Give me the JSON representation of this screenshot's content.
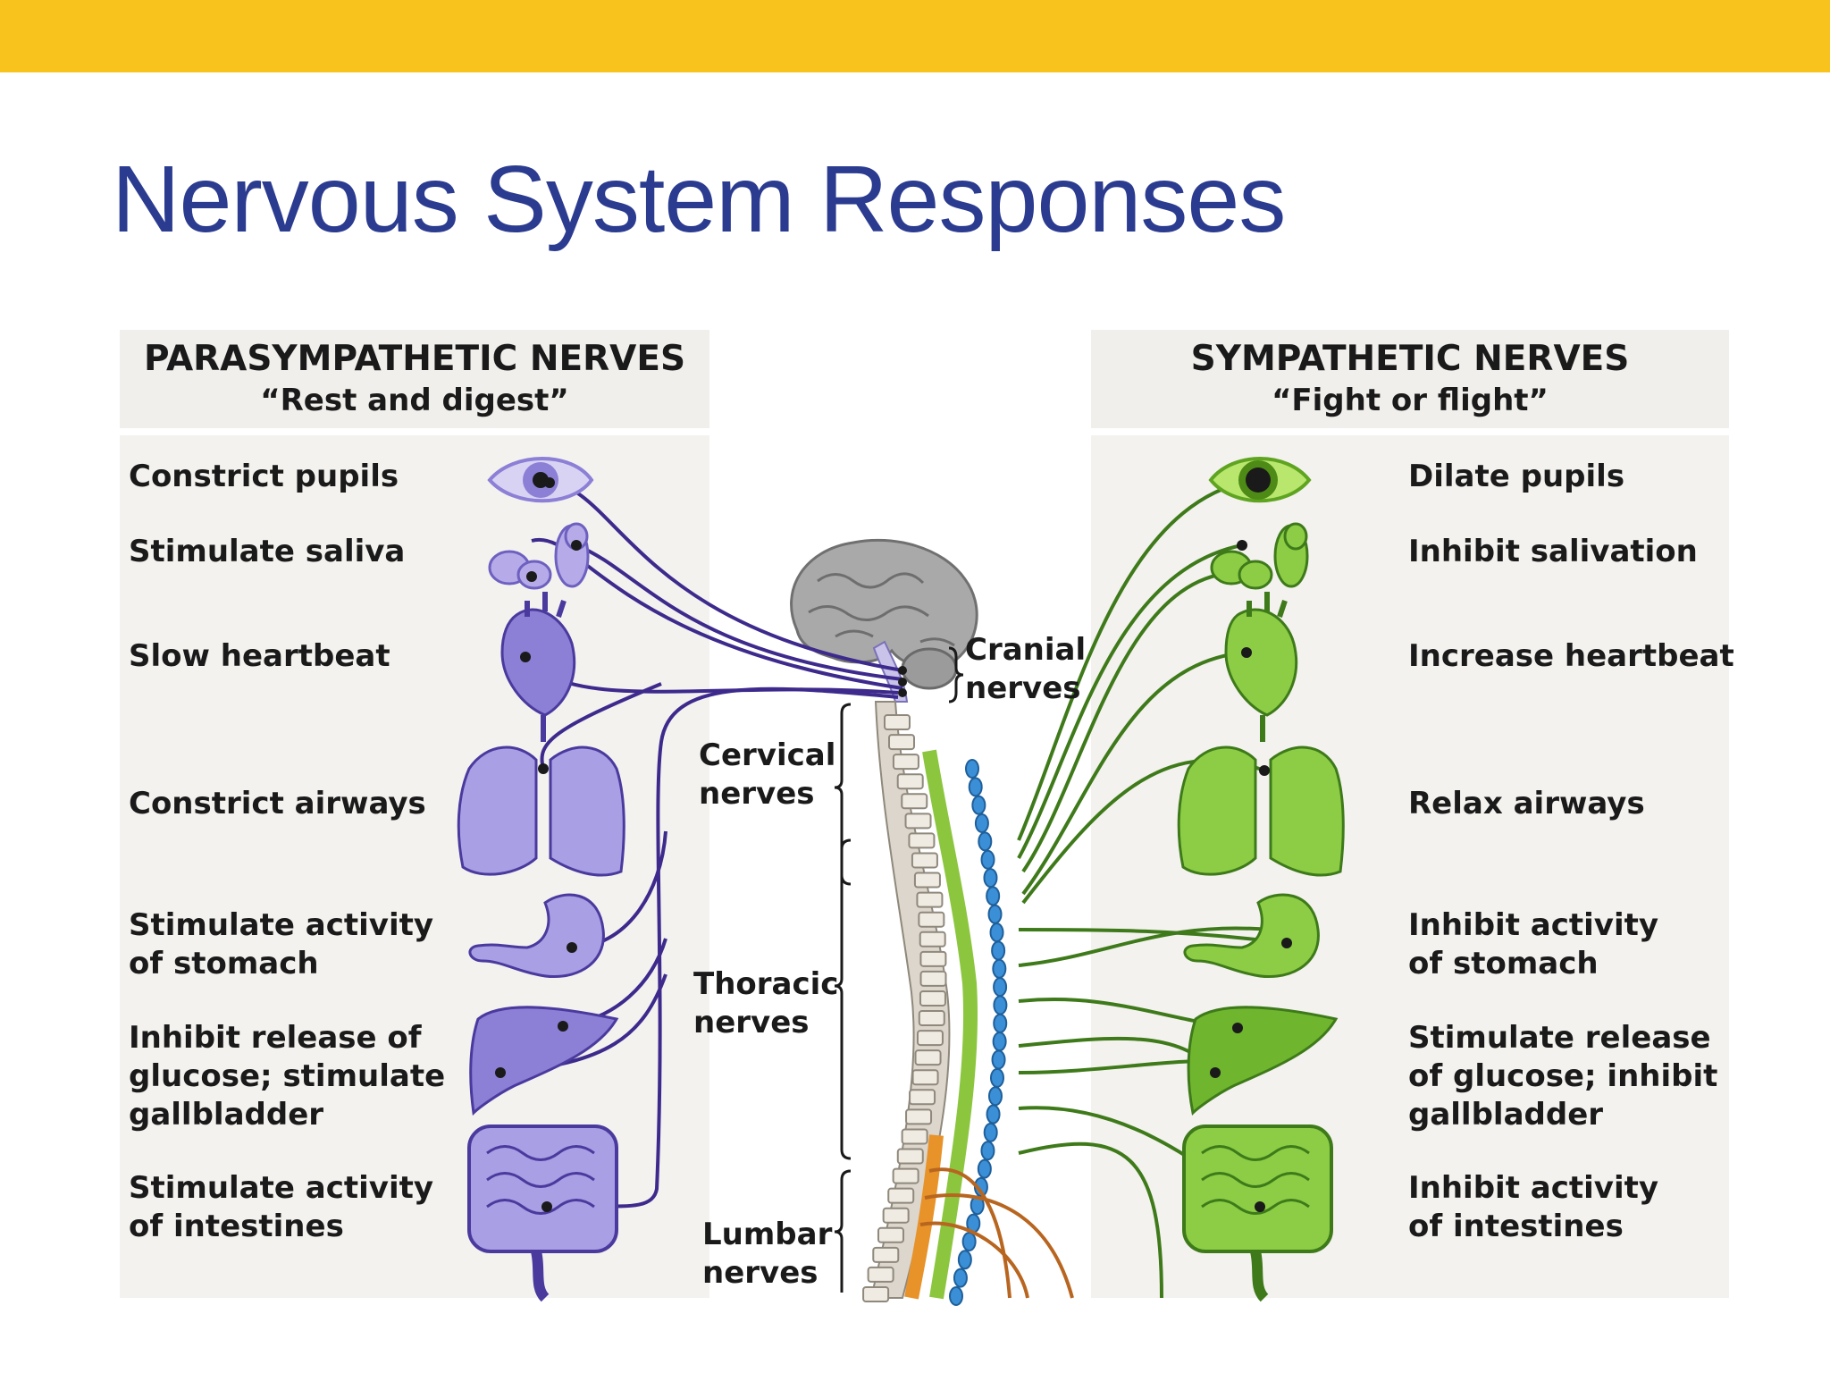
{
  "title": "Nervous System Responses",
  "parasympathetic": {
    "heading": "PARASYMPATHETIC NERVES",
    "subheading": "“Rest and digest”",
    "responses": [
      {
        "lines": [
          "Constrict pupils"
        ]
      },
      {
        "lines": [
          "Stimulate saliva"
        ]
      },
      {
        "lines": [
          "Slow heartbeat"
        ]
      },
      {
        "lines": [
          "Constrict airways"
        ]
      },
      {
        "lines": [
          "Stimulate activity",
          "of stomach"
        ]
      },
      {
        "lines": [
          "Inhibit release of",
          "glucose; stimulate",
          "gallbladder"
        ]
      },
      {
        "lines": [
          "Stimulate activity",
          "of intestines"
        ]
      }
    ]
  },
  "sympathetic": {
    "heading": "SYMPATHETIC NERVES",
    "subheading": "“Fight or flight”",
    "responses": [
      {
        "lines": [
          "Dilate pupils"
        ]
      },
      {
        "lines": [
          "Inhibit salivation"
        ]
      },
      {
        "lines": [
          "Increase heartbeat"
        ]
      },
      {
        "lines": [
          "Relax airways"
        ]
      },
      {
        "lines": [
          "Inhibit activity",
          "of stomach"
        ]
      },
      {
        "lines": [
          "Stimulate release",
          "of glucose; inhibit",
          "gallbladder"
        ]
      },
      {
        "lines": [
          "Inhibit activity",
          "of intestines"
        ]
      }
    ]
  },
  "spine_segments": {
    "cranial": [
      "Cranial",
      "nerves"
    ],
    "cervical": [
      "Cervical",
      "nerves"
    ],
    "thoracic": [
      "Thoracic",
      "nerves"
    ],
    "lumbar": [
      "Lumbar",
      "nerves"
    ]
  },
  "colors": {
    "topbar": "#f9c31d",
    "title": "#2b3b8f",
    "parasympathetic": "#3d2a8c",
    "parasympathetic_organ": "#8c7fd6",
    "sympathetic": "#3e7a1a",
    "sympathetic_organ": "#7cc53a",
    "sympathetic_chain": "#3b8fd6",
    "lumbar_nerves": "#b8651f"
  }
}
